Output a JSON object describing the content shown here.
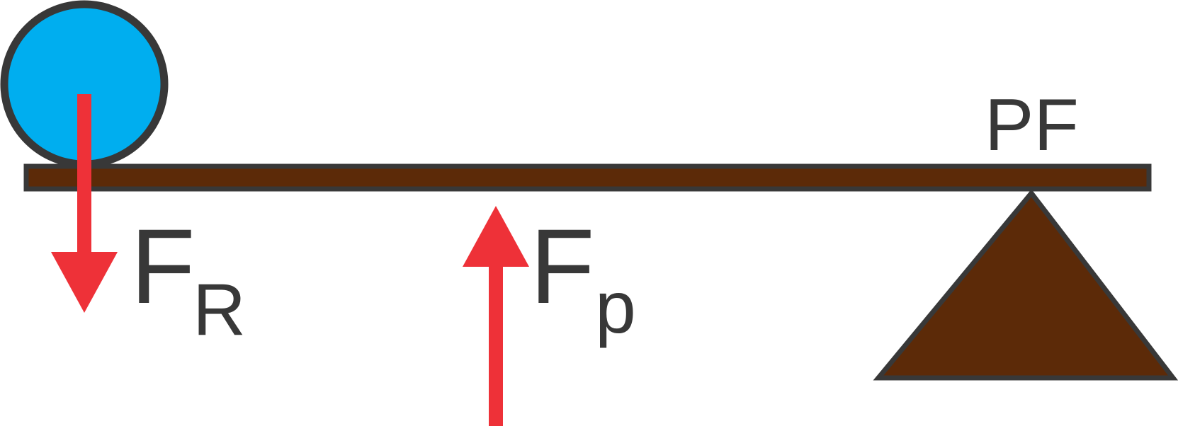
{
  "labels": {
    "load_force": {
      "main": "F",
      "sub": "R"
    },
    "effort_force": {
      "main": "F",
      "sub": "p"
    },
    "pivot": "PF"
  },
  "colors": {
    "ball_fill": "#00AEEF",
    "outline": "#383838",
    "beam_fill": "#5C2A08",
    "fulcrum_fill": "#5C2A08",
    "arrow": "#EE3138",
    "text": "#383838"
  },
  "icons": {
    "ball": "circle",
    "load_arrow": "arrow-down",
    "effort_arrow": "arrow-up",
    "fulcrum": "triangle"
  }
}
